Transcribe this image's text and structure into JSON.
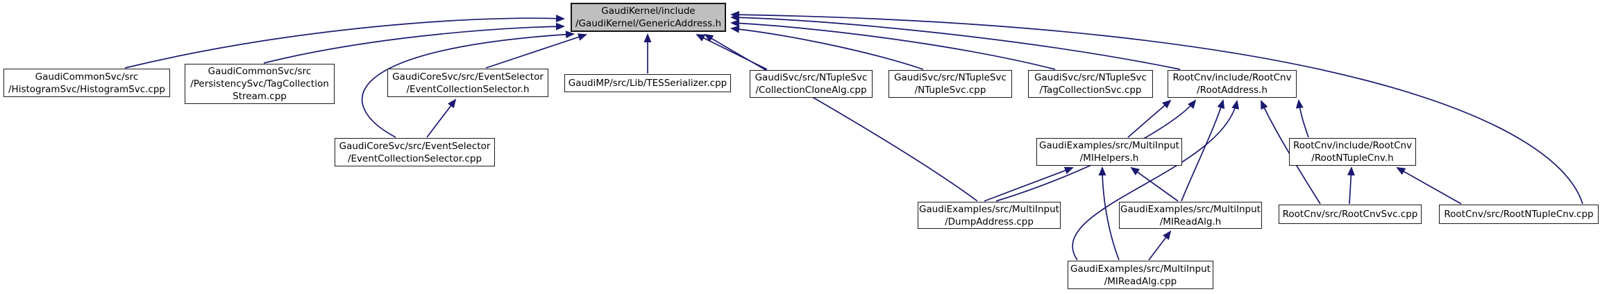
{
  "diagram": {
    "type": "include-dependency-graph",
    "title": "Files that include GaudiKernel/GenericAddress.h",
    "colors": {
      "edge": "#191970",
      "root_fill": "#bfbfbf",
      "node_fill": "#ffffff",
      "border": "#000000",
      "text": "#000000",
      "background": "#ffffff"
    },
    "nodes": [
      {
        "id": "n0",
        "label": "GaudiKernel/include/GaudiKernel/GenericAddress.h",
        "lines": [
          "GaudiKernel/include",
          "/GaudiKernel/GenericAddress.h"
        ],
        "is_root": true
      },
      {
        "id": "n1",
        "label": "GaudiCommonSvc/src/HistogramSvc/HistogramSvc.cpp",
        "lines": [
          "GaudiCommonSvc/src",
          "/HistogramSvc/HistogramSvc.cpp"
        ]
      },
      {
        "id": "n2",
        "label": "GaudiCommonSvc/src/PersistencySvc/TagCollectionStream.cpp",
        "lines": [
          "GaudiCommonSvc/src",
          "/PersistencySvc/TagCollection",
          "Stream.cpp"
        ]
      },
      {
        "id": "n3",
        "label": "GaudiCoreSvc/src/EventSelector/EventCollectionSelector.h",
        "lines": [
          "GaudiCoreSvc/src/EventSelector",
          "/EventCollectionSelector.h"
        ]
      },
      {
        "id": "n4",
        "label": "GaudiMP/src/Lib/TESSerializer.cpp",
        "lines": [
          "GaudiMP/src/Lib/TESSerializer.cpp"
        ]
      },
      {
        "id": "n5",
        "label": "GaudiSvc/src/NTupleSvc/CollectionCloneAlg.cpp",
        "lines": [
          "GaudiSvc/src/NTupleSvc",
          "/CollectionCloneAlg.cpp"
        ]
      },
      {
        "id": "n6",
        "label": "GaudiSvc/src/NTupleSvc/NTupleSvc.cpp",
        "lines": [
          "GaudiSvc/src/NTupleSvc",
          "/NTupleSvc.cpp"
        ]
      },
      {
        "id": "n7",
        "label": "GaudiSvc/src/NTupleSvc/TagCollectionSvc.cpp",
        "lines": [
          "GaudiSvc/src/NTupleSvc",
          "/TagCollectionSvc.cpp"
        ]
      },
      {
        "id": "n8",
        "label": "RootCnv/include/RootCnv/RootAddress.h",
        "lines": [
          "RootCnv/include/RootCnv",
          "/RootAddress.h"
        ]
      },
      {
        "id": "n9",
        "label": "GaudiCoreSvc/src/EventSelector/EventCollectionSelector.cpp",
        "lines": [
          "GaudiCoreSvc/src/EventSelector",
          "/EventCollectionSelector.cpp"
        ]
      },
      {
        "id": "n10",
        "label": "GaudiExamples/src/MultiInput/MIHelpers.h",
        "lines": [
          "GaudiExamples/src/MultiInput",
          "/MIHelpers.h"
        ]
      },
      {
        "id": "n11",
        "label": "RootCnv/include/RootCnv/RootNTupleCnv.h",
        "lines": [
          "RootCnv/include/RootCnv",
          "/RootNTupleCnv.h"
        ]
      },
      {
        "id": "n12",
        "label": "GaudiExamples/src/MultiInput/DumpAddress.cpp",
        "lines": [
          "GaudiExamples/src/MultiInput",
          "/DumpAddress.cpp"
        ]
      },
      {
        "id": "n13",
        "label": "GaudiExamples/src/MultiInput/MIReadAlg.h",
        "lines": [
          "GaudiExamples/src/MultiInput",
          "/MIReadAlg.h"
        ]
      },
      {
        "id": "n14",
        "label": "RootCnv/src/RootCnvSvc.cpp",
        "lines": [
          "RootCnv/src/RootCnvSvc.cpp"
        ]
      },
      {
        "id": "n15",
        "label": "RootCnv/src/RootNTupleCnv.cpp",
        "lines": [
          "RootCnv/src/RootNTupleCnv.cpp"
        ]
      },
      {
        "id": "n16",
        "label": "GaudiExamples/src/MultiInput/MIReadAlg.cpp",
        "lines": [
          "GaudiExamples/src/MultiInput",
          "/MIReadAlg.cpp"
        ]
      }
    ],
    "edges": [
      {
        "from": "GaudiCommonSvc/src/HistogramSvc/HistogramSvc.cpp",
        "to": "GaudiKernel/include/GaudiKernel/GenericAddress.h"
      },
      {
        "from": "GaudiCommonSvc/src/PersistencySvc/TagCollectionStream.cpp",
        "to": "GaudiKernel/include/GaudiKernel/GenericAddress.h"
      },
      {
        "from": "GaudiCoreSvc/src/EventSelector/EventCollectionSelector.h",
        "to": "GaudiKernel/include/GaudiKernel/GenericAddress.h"
      },
      {
        "from": "GaudiMP/src/Lib/TESSerializer.cpp",
        "to": "GaudiKernel/include/GaudiKernel/GenericAddress.h"
      },
      {
        "from": "GaudiSvc/src/NTupleSvc/CollectionCloneAlg.cpp",
        "to": "GaudiKernel/include/GaudiKernel/GenericAddress.h"
      },
      {
        "from": "GaudiSvc/src/NTupleSvc/NTupleSvc.cpp",
        "to": "GaudiKernel/include/GaudiKernel/GenericAddress.h"
      },
      {
        "from": "GaudiSvc/src/NTupleSvc/TagCollectionSvc.cpp",
        "to": "GaudiKernel/include/GaudiKernel/GenericAddress.h"
      },
      {
        "from": "RootCnv/include/RootCnv/RootAddress.h",
        "to": "GaudiKernel/include/GaudiKernel/GenericAddress.h"
      },
      {
        "from": "GaudiCoreSvc/src/EventSelector/EventCollectionSelector.cpp",
        "to": "GaudiKernel/include/GaudiKernel/GenericAddress.h"
      },
      {
        "from": "GaudiExamples/src/MultiInput/DumpAddress.cpp",
        "to": "GaudiKernel/include/GaudiKernel/GenericAddress.h"
      },
      {
        "from": "RootCnv/src/RootNTupleCnv.cpp",
        "to": "GaudiKernel/include/GaudiKernel/GenericAddress.h"
      },
      {
        "from": "GaudiCoreSvc/src/EventSelector/EventCollectionSelector.cpp",
        "to": "GaudiCoreSvc/src/EventSelector/EventCollectionSelector.h"
      },
      {
        "from": "GaudiExamples/src/MultiInput/MIHelpers.h",
        "to": "RootCnv/include/RootCnv/RootAddress.h"
      },
      {
        "from": "RootCnv/include/RootCnv/RootNTupleCnv.h",
        "to": "RootCnv/include/RootCnv/RootAddress.h"
      },
      {
        "from": "GaudiExamples/src/MultiInput/DumpAddress.cpp",
        "to": "RootCnv/include/RootCnv/RootAddress.h"
      },
      {
        "from": "GaudiExamples/src/MultiInput/MIReadAlg.h",
        "to": "RootCnv/include/RootCnv/RootAddress.h"
      },
      {
        "from": "RootCnv/src/RootCnvSvc.cpp",
        "to": "RootCnv/include/RootCnv/RootAddress.h"
      },
      {
        "from": "GaudiExamples/src/MultiInput/MIReadAlg.cpp",
        "to": "RootCnv/include/RootCnv/RootAddress.h"
      },
      {
        "from": "GaudiExamples/src/MultiInput/DumpAddress.cpp",
        "to": "GaudiExamples/src/MultiInput/MIHelpers.h"
      },
      {
        "from": "GaudiExamples/src/MultiInput/MIReadAlg.h",
        "to": "GaudiExamples/src/MultiInput/MIHelpers.h"
      },
      {
        "from": "GaudiExamples/src/MultiInput/MIReadAlg.cpp",
        "to": "GaudiExamples/src/MultiInput/MIHelpers.h"
      },
      {
        "from": "GaudiExamples/src/MultiInput/MIReadAlg.cpp",
        "to": "GaudiExamples/src/MultiInput/MIReadAlg.h"
      },
      {
        "from": "RootCnv/src/RootCnvSvc.cpp",
        "to": "RootCnv/include/RootCnv/RootNTupleCnv.h"
      },
      {
        "from": "RootCnv/src/RootNTupleCnv.cpp",
        "to": "RootCnv/include/RootCnv/RootNTupleCnv.h"
      }
    ]
  }
}
